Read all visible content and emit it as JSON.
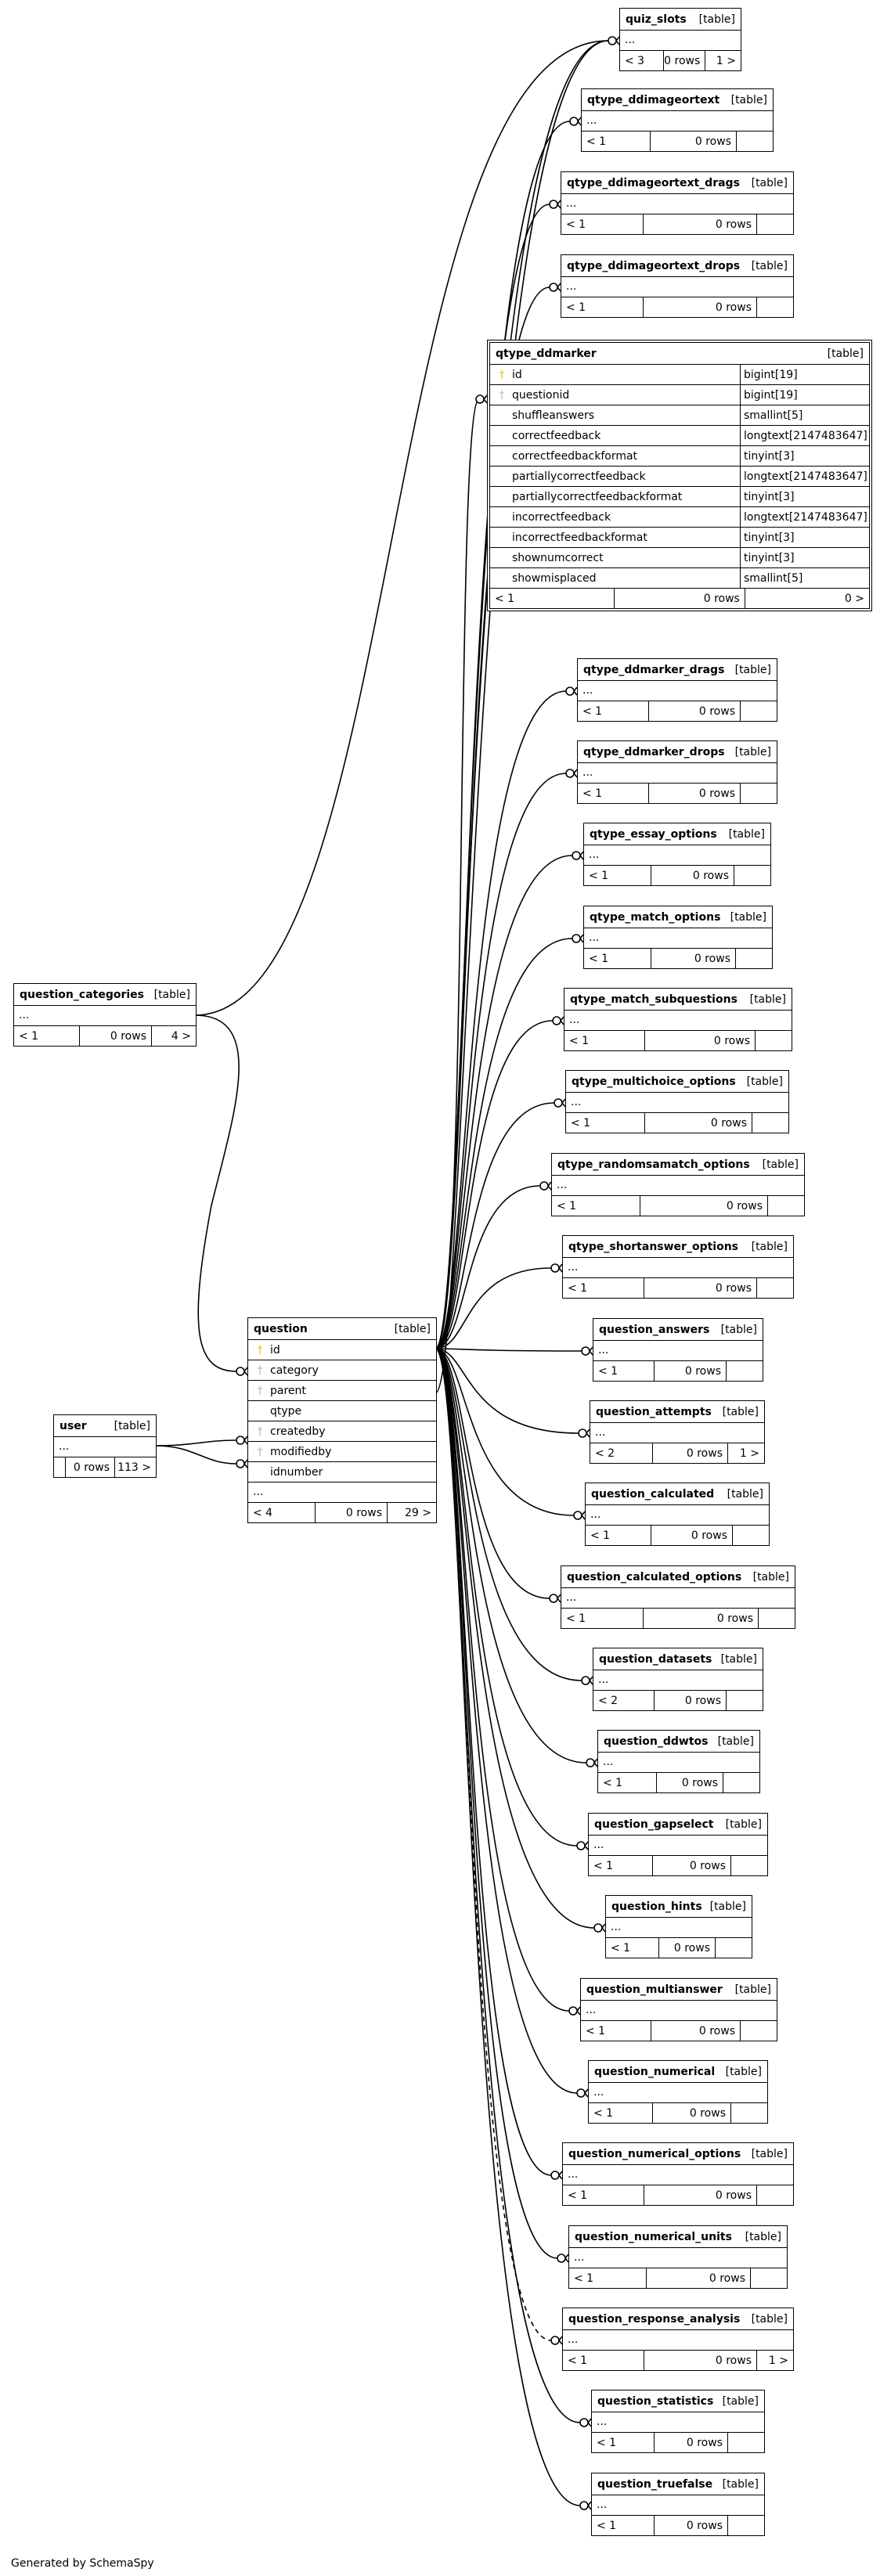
{
  "generator_text": "Generated by SchemaSpy",
  "type_label": "[table]",
  "focus": {
    "name": "qtype_ddmarker",
    "columns": [
      {
        "name": "id",
        "type": "bigint[19]",
        "key": "pk"
      },
      {
        "name": "questionid",
        "type": "bigint[19]",
        "key": "fk"
      },
      {
        "name": "shuffleanswers",
        "type": "smallint[5]",
        "key": "none"
      },
      {
        "name": "correctfeedback",
        "type": "longtext[2147483647]",
        "key": "none"
      },
      {
        "name": "correctfeedbackformat",
        "type": "tinyint[3]",
        "key": "none"
      },
      {
        "name": "partiallycorrectfeedback",
        "type": "longtext[2147483647]",
        "key": "none"
      },
      {
        "name": "partiallycorrectfeedbackformat",
        "type": "tinyint[3]",
        "key": "none"
      },
      {
        "name": "incorrectfeedback",
        "type": "longtext[2147483647]",
        "key": "none"
      },
      {
        "name": "incorrectfeedbackformat",
        "type": "tinyint[3]",
        "key": "none"
      },
      {
        "name": "shownumcorrect",
        "type": "tinyint[3]",
        "key": "none"
      },
      {
        "name": "showmisplaced",
        "type": "smallint[5]",
        "key": "none"
      }
    ],
    "footer": {
      "parents": "< 1",
      "rows": "0 rows",
      "children": "0 >"
    }
  },
  "question": {
    "name": "question",
    "columns": [
      {
        "name": "id",
        "key": "pk"
      },
      {
        "name": "category",
        "key": "fk"
      },
      {
        "name": "parent",
        "key": "fk"
      },
      {
        "name": "qtype",
        "key": "none"
      },
      {
        "name": "createdby",
        "key": "fk"
      },
      {
        "name": "modifiedby",
        "key": "fk"
      },
      {
        "name": "idnumber",
        "key": "none"
      }
    ],
    "ellipsis": "...",
    "footer": {
      "parents": "< 4",
      "rows": "0 rows",
      "children": "29 >"
    }
  },
  "question_categories": {
    "name": "question_categories",
    "ellipsis": "...",
    "footer": {
      "parents": "< 1",
      "rows": "0 rows",
      "children": "4 >"
    }
  },
  "user": {
    "name": "user",
    "ellipsis": "...",
    "footer": {
      "parents": "",
      "rows": "0 rows",
      "children": "113 >"
    }
  },
  "children": [
    {
      "name": "quiz_slots",
      "ellipsis": "...",
      "footer": {
        "parents": "< 3",
        "rows": "0 rows",
        "children": "1 >"
      }
    },
    {
      "name": "qtype_ddimageortext",
      "ellipsis": "...",
      "footer": {
        "parents": "< 1",
        "rows": "0 rows",
        "children": ""
      }
    },
    {
      "name": "qtype_ddimageortext_drags",
      "ellipsis": "...",
      "footer": {
        "parents": "< 1",
        "rows": "0 rows",
        "children": ""
      }
    },
    {
      "name": "qtype_ddimageortext_drops",
      "ellipsis": "...",
      "footer": {
        "parents": "< 1",
        "rows": "0 rows",
        "children": ""
      }
    },
    {
      "name": "qtype_ddmarker_drags",
      "ellipsis": "...",
      "footer": {
        "parents": "< 1",
        "rows": "0 rows",
        "children": ""
      }
    },
    {
      "name": "qtype_ddmarker_drops",
      "ellipsis": "...",
      "footer": {
        "parents": "< 1",
        "rows": "0 rows",
        "children": ""
      }
    },
    {
      "name": "qtype_essay_options",
      "ellipsis": "...",
      "footer": {
        "parents": "< 1",
        "rows": "0 rows",
        "children": ""
      }
    },
    {
      "name": "qtype_match_options",
      "ellipsis": "...",
      "footer": {
        "parents": "< 1",
        "rows": "0 rows",
        "children": ""
      }
    },
    {
      "name": "qtype_match_subquestions",
      "ellipsis": "...",
      "footer": {
        "parents": "< 1",
        "rows": "0 rows",
        "children": ""
      }
    },
    {
      "name": "qtype_multichoice_options",
      "ellipsis": "...",
      "footer": {
        "parents": "< 1",
        "rows": "0 rows",
        "children": ""
      }
    },
    {
      "name": "qtype_randomsamatch_options",
      "ellipsis": "...",
      "footer": {
        "parents": "< 1",
        "rows": "0 rows",
        "children": ""
      }
    },
    {
      "name": "qtype_shortanswer_options",
      "ellipsis": "...",
      "footer": {
        "parents": "< 1",
        "rows": "0 rows",
        "children": ""
      }
    },
    {
      "name": "question_answers",
      "ellipsis": "...",
      "footer": {
        "parents": "< 1",
        "rows": "0 rows",
        "children": ""
      }
    },
    {
      "name": "question_attempts",
      "ellipsis": "...",
      "footer": {
        "parents": "< 2",
        "rows": "0 rows",
        "children": "1 >"
      }
    },
    {
      "name": "question_calculated",
      "ellipsis": "...",
      "footer": {
        "parents": "< 1",
        "rows": "0 rows",
        "children": ""
      }
    },
    {
      "name": "question_calculated_options",
      "ellipsis": "...",
      "footer": {
        "parents": "< 1",
        "rows": "0 rows",
        "children": ""
      }
    },
    {
      "name": "question_datasets",
      "ellipsis": "...",
      "footer": {
        "parents": "< 2",
        "rows": "0 rows",
        "children": ""
      }
    },
    {
      "name": "question_ddwtos",
      "ellipsis": "...",
      "footer": {
        "parents": "< 1",
        "rows": "0 rows",
        "children": ""
      }
    },
    {
      "name": "question_gapselect",
      "ellipsis": "...",
      "footer": {
        "parents": "< 1",
        "rows": "0 rows",
        "children": ""
      }
    },
    {
      "name": "question_hints",
      "ellipsis": "...",
      "footer": {
        "parents": "< 1",
        "rows": "0 rows",
        "children": ""
      }
    },
    {
      "name": "question_multianswer",
      "ellipsis": "...",
      "footer": {
        "parents": "< 1",
        "rows": "0 rows",
        "children": ""
      }
    },
    {
      "name": "question_numerical",
      "ellipsis": "...",
      "footer": {
        "parents": "< 1",
        "rows": "0 rows",
        "children": ""
      }
    },
    {
      "name": "question_numerical_options",
      "ellipsis": "...",
      "footer": {
        "parents": "< 1",
        "rows": "0 rows",
        "children": ""
      }
    },
    {
      "name": "question_numerical_units",
      "ellipsis": "...",
      "footer": {
        "parents": "< 1",
        "rows": "0 rows",
        "children": ""
      }
    },
    {
      "name": "question_response_analysis",
      "ellipsis": "...",
      "footer": {
        "parents": "< 1",
        "rows": "0 rows",
        "children": "1 >"
      }
    },
    {
      "name": "question_statistics",
      "ellipsis": "...",
      "footer": {
        "parents": "< 1",
        "rows": "0 rows",
        "children": ""
      }
    },
    {
      "name": "question_truefalse",
      "ellipsis": "...",
      "footer": {
        "parents": "< 1",
        "rows": "0 rows",
        "children": ""
      }
    }
  ]
}
